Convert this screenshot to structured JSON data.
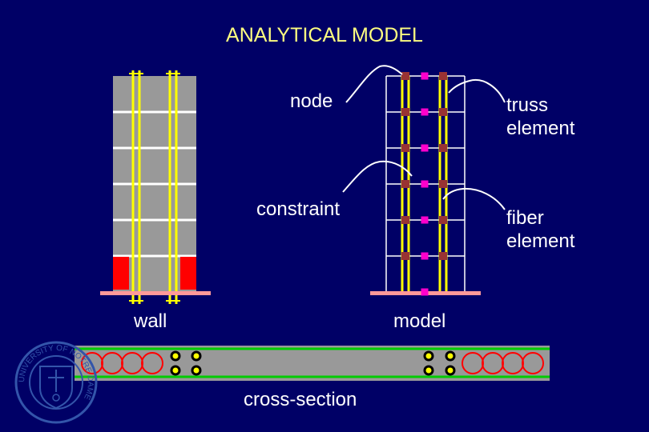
{
  "slide": {
    "title": "ANALYTICAL MODEL",
    "labels": {
      "node": "node",
      "truss_element": [
        "truss",
        "element"
      ],
      "constraint": "constraint",
      "fiber_element": [
        "fiber",
        "element"
      ],
      "wall": "wall",
      "model": "model",
      "cross_section": "cross-section"
    },
    "logo": {
      "name": "university-seal",
      "ring_text": "UNIVERSITY OF NOTRE DAME"
    }
  },
  "colors": {
    "background": "#000066",
    "title": "#ffff80",
    "label": "#ffffff",
    "wall_fill": "#999999",
    "grid_line": "#ffffff",
    "rebar": "#ffff00",
    "boundary": "#ff0000",
    "base": "#ff9999",
    "node": "#993333",
    "constraint_node": "#ff00cc",
    "flange": "#00cc00"
  }
}
